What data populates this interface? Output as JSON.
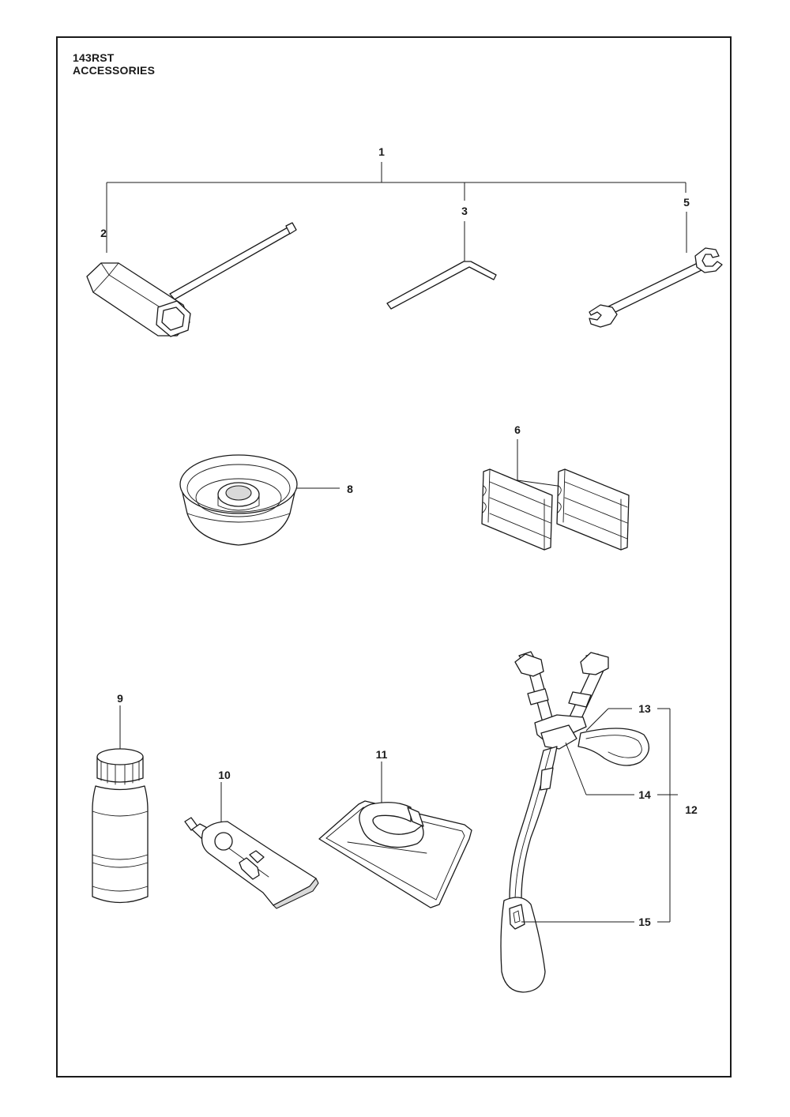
{
  "header": {
    "model": "143RST",
    "section": "ACCESSORIES"
  },
  "callouts": {
    "c1": "1",
    "c2": "2",
    "c3": "3",
    "c5": "5",
    "c6": "6",
    "c8": "8",
    "c9": "9",
    "c10": "10",
    "c11": "11",
    "c12": "12",
    "c13": "13",
    "c14": "14",
    "c15": "15"
  },
  "colors": {
    "line": "#1a1a1a",
    "fill": "#ffffff",
    "shade": "#d9d9d9"
  }
}
